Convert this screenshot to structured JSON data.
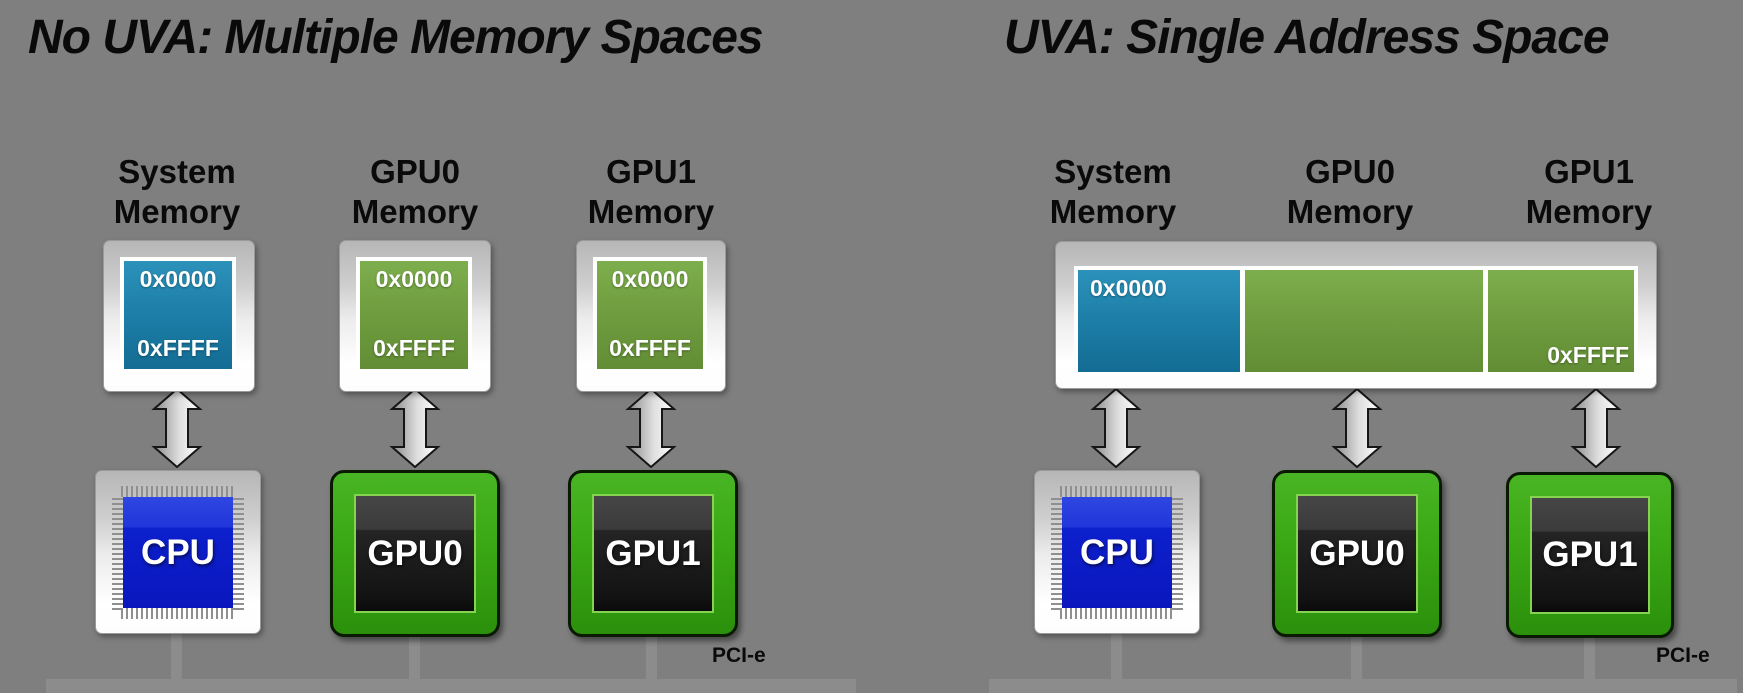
{
  "left_panel": {
    "title": "No UVA: Multiple Memory Spaces",
    "columns": [
      {
        "label_top": "System",
        "label_bottom": "Memory",
        "addr_start": "0x0000",
        "addr_end": "0xFFFF",
        "chip": "CPU"
      },
      {
        "label_top": "GPU0",
        "label_bottom": "Memory",
        "addr_start": "0x0000",
        "addr_end": "0xFFFF",
        "chip": "GPU0"
      },
      {
        "label_top": "GPU1",
        "label_bottom": "Memory",
        "addr_start": "0x0000",
        "addr_end": "0xFFFF",
        "chip": "GPU1"
      }
    ],
    "bus_label": "PCI-e"
  },
  "right_panel": {
    "title": "UVA: Single Address Space",
    "memory_labels": [
      {
        "top": "System",
        "bottom": "Memory"
      },
      {
        "top": "GPU0",
        "bottom": "Memory"
      },
      {
        "top": "GPU1",
        "bottom": "Memory"
      }
    ],
    "bar": {
      "addr_start": "0x0000",
      "addr_end": "0xFFFF"
    },
    "chips": [
      "CPU",
      "GPU0",
      "GPU1"
    ],
    "bus_label": "PCI-e"
  },
  "colors": {
    "background": "#7f7f7f",
    "system_memory_fill": "#1e80a9",
    "gpu_memory_fill": "#6f9c3e",
    "cpu_fill": "#0d20cd",
    "gpu_chip_green": "#3aa714",
    "frame_gloss": "#e8e8e8",
    "bus_line": "#8c8c8c",
    "text_dark": "#0a0a0a",
    "text_light": "#ffffff"
  }
}
